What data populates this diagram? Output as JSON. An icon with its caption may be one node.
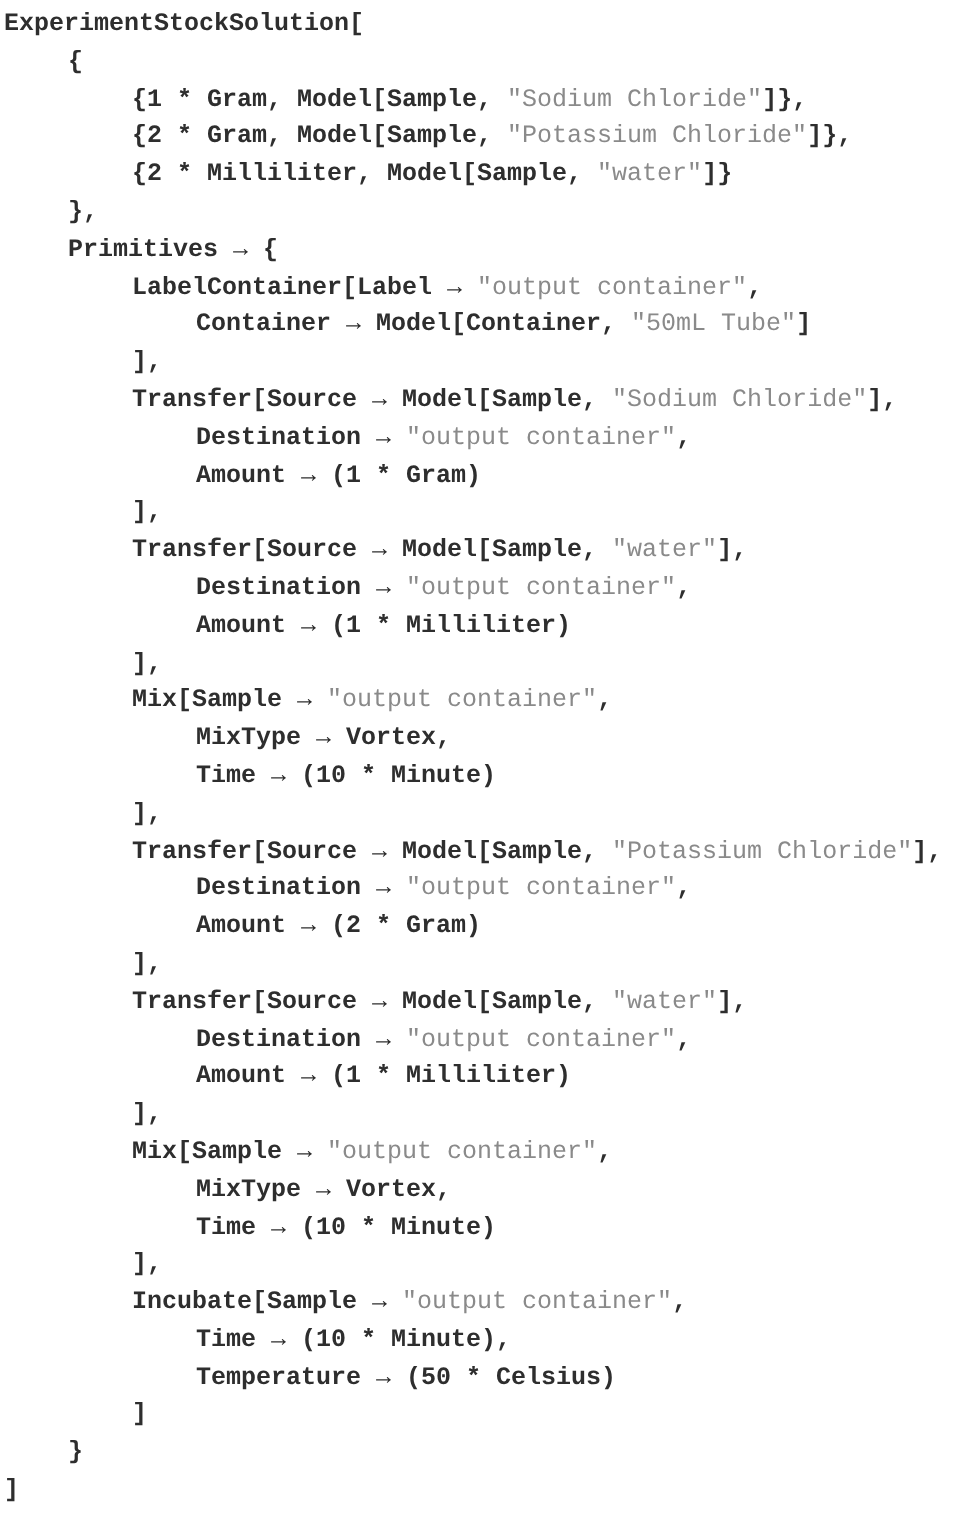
{
  "diagram": {
    "labels": [
      "ExperimentStockSolution[",
      "{",
      "{1 * Gram, Model[Sample, \"Sodium Chloride\"]},",
      "{2 * Gram, Model[Sample, \"Potassium Chloride\"]},",
      "{2 * Milliliter, Model[Sample, \"water\"]}",
      "},",
      "Primitives → {",
      "LabelContainer[Label → \"output container\",",
      "Container → Model[Container, \"50mL Tube\"]",
      "],",
      "Transfer[Source → Model[Sample, \"Sodium Chloride\"],",
      "Destination → \"output container\",",
      "Amount → (1 * Gram)",
      "],",
      "Transfer[Source → Model[Sample, \"water\"],",
      "Destination → \"output container\",",
      "Amount → (1 * Milliliter)",
      "],",
      "Mix[Sample → \"output container\",",
      "MixType → Vortex,",
      "Time → (10 * Minute)",
      "],",
      "Transfer[Source → Model[Sample, \"Potassium Chloride\"],",
      "Destination → \"output container\",",
      "Amount → (2 * Gram)",
      "],",
      "Transfer[Source → Model[Sample, \"water\"],",
      "Destination → \"output container\",",
      "Amount → (1 * Milliliter)",
      "],",
      "Mix[Sample → \"output container\",",
      "MixType → Vortex,",
      "Time → (10 * Minute)",
      "],",
      "Incubate[Sample → \"output container\",",
      "Time → (10 * Minute),",
      "Temperature → (50 * Celsius)",
      "]",
      "}",
      "]"
    ]
  }
}
